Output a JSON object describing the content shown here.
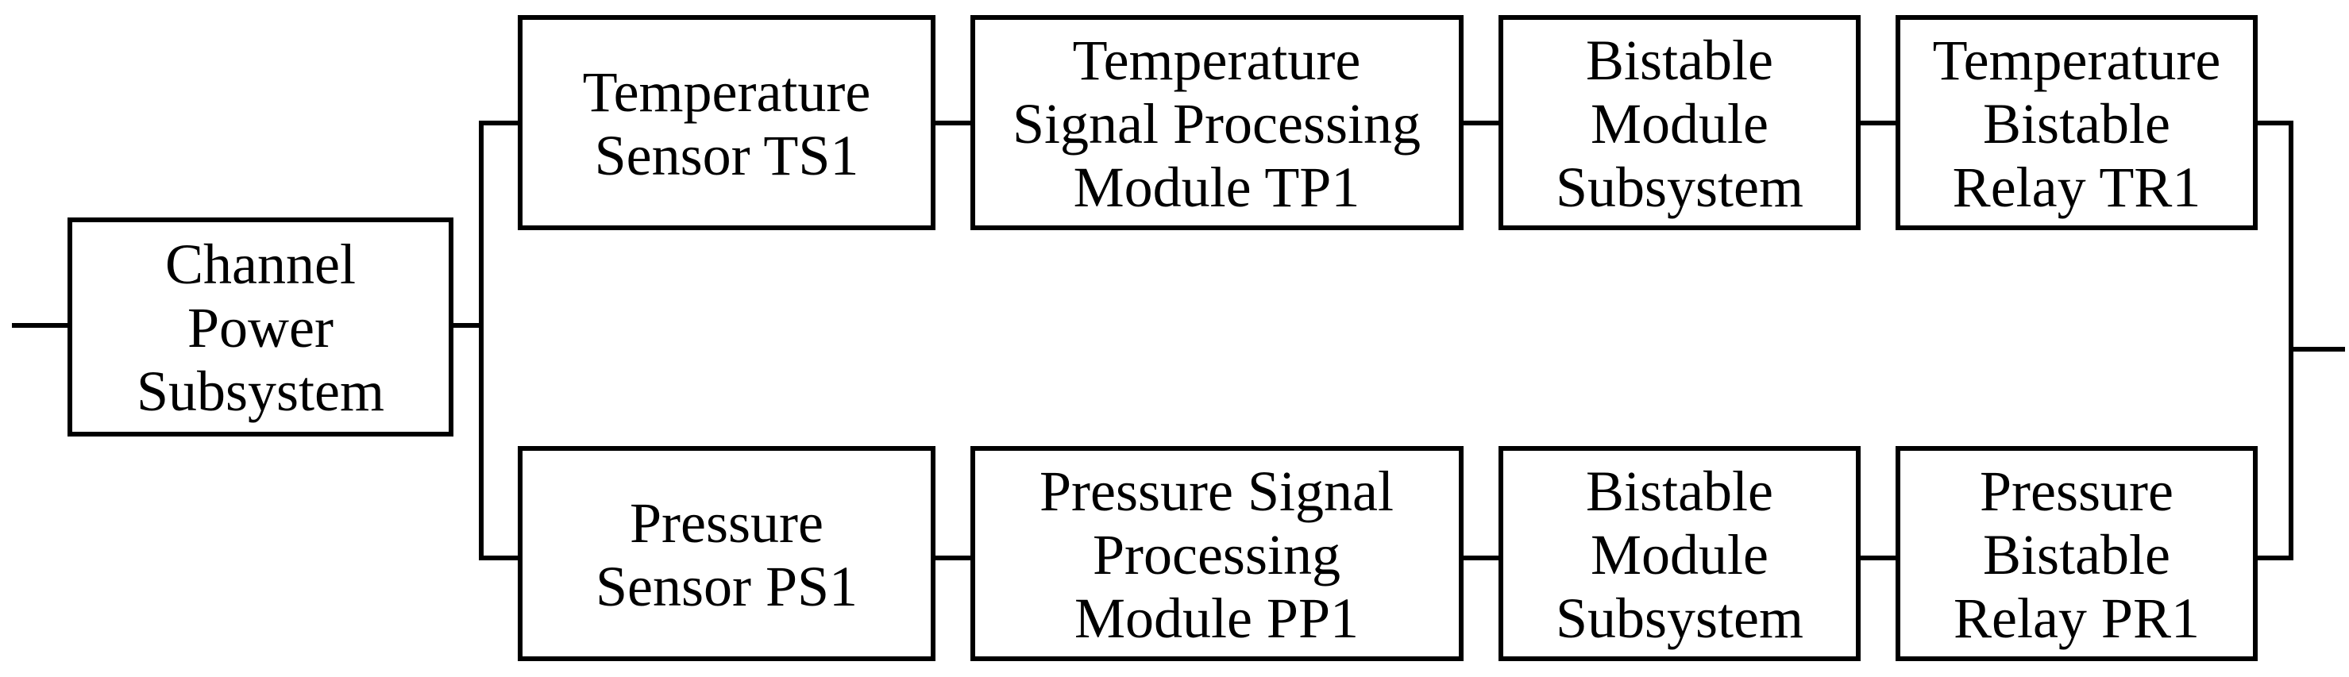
{
  "blocks": {
    "channel_power": [
      "Channel",
      "Power",
      "Subsystem"
    ],
    "temperature_sensor": [
      "Temperature",
      "Sensor TS1"
    ],
    "temperature_signal_processing": [
      "Temperature",
      "Signal Processing",
      "Module TP1"
    ],
    "temperature_bistable_module": [
      "Bistable",
      "Module",
      "Subsystem"
    ],
    "temperature_bistable_relay": [
      "Temperature",
      "Bistable",
      "Relay TR1"
    ],
    "pressure_sensor": [
      "Pressure",
      "Sensor PS1"
    ],
    "pressure_signal_processing": [
      "Pressure Signal",
      "Processing",
      "Module PP1"
    ],
    "pressure_bistable_module": [
      "Bistable",
      "Module",
      "Subsystem"
    ],
    "pressure_bistable_relay": [
      "Pressure",
      "Bistable",
      "Relay PR1"
    ]
  }
}
